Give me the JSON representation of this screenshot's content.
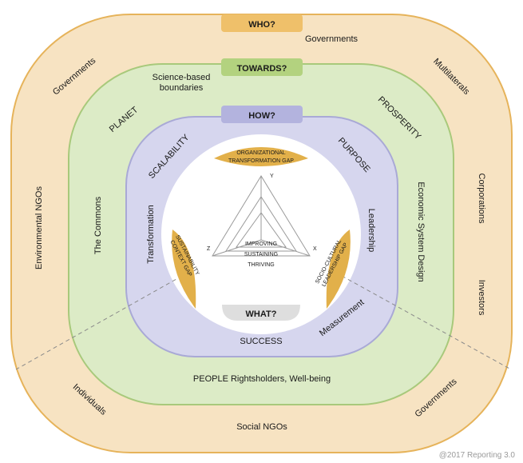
{
  "colors": {
    "outer_ring": "#f7e3c2",
    "outer_stroke": "#e6b35a",
    "middle_ring": "#dcebc6",
    "middle_stroke": "#a8c97b",
    "inner_ring": "#d6d6ee",
    "inner_stroke": "#a9a9d6",
    "core": "#ffffff",
    "gap_fill": "#e2b04a",
    "who_tab": "#efc06a",
    "towards_tab": "#b3d27f",
    "how_tab": "#b3b3de",
    "what_tab": "#dedede"
  },
  "tabs": {
    "who": "WHO?",
    "towards": "TOWARDS?",
    "how": "HOW?",
    "what": "WHAT?"
  },
  "outer_ring": {
    "top": "Governments",
    "top_left": "Governments",
    "top_right": "Multilaterals",
    "left": "Environmental NGOs",
    "right_upper": "Corporations",
    "right_lower": "Investors",
    "bottom_left": "Individuals",
    "bottom": "Social NGOs",
    "bottom_right": "Governments"
  },
  "middle_ring": {
    "top_line1": "Science-based",
    "top_line2": "boundaries",
    "planet": "PLANET",
    "prosperity": "PROSPERITY",
    "left": "The Commons",
    "right": "Economic System Design",
    "bottom": "PEOPLE Rightsholders, Well-being"
  },
  "inner_ring": {
    "scalability": "SCALABILITY",
    "purpose": "PURPOSE",
    "transformation": "Transformation",
    "leadership": "Leadership",
    "measurement": "Measurement",
    "success": "SUCCESS"
  },
  "gaps": {
    "top_line1": "ORGANIZATIONAL",
    "top_line2": "TRANSFORMATION GAP",
    "left_line1": "SUSTAINABILITY",
    "left_line2": "CONTEXT GAP",
    "right_line1": "SOCIO-CULTURAL",
    "right_line2": "LEADERSHIP GAP"
  },
  "triangle": {
    "axis_y": "Y",
    "axis_z": "Z",
    "axis_x": "X",
    "levels": [
      "IMPROVING",
      "SUSTAINING",
      "THRIVING"
    ]
  },
  "credit": "@2017 Reporting 3.0"
}
